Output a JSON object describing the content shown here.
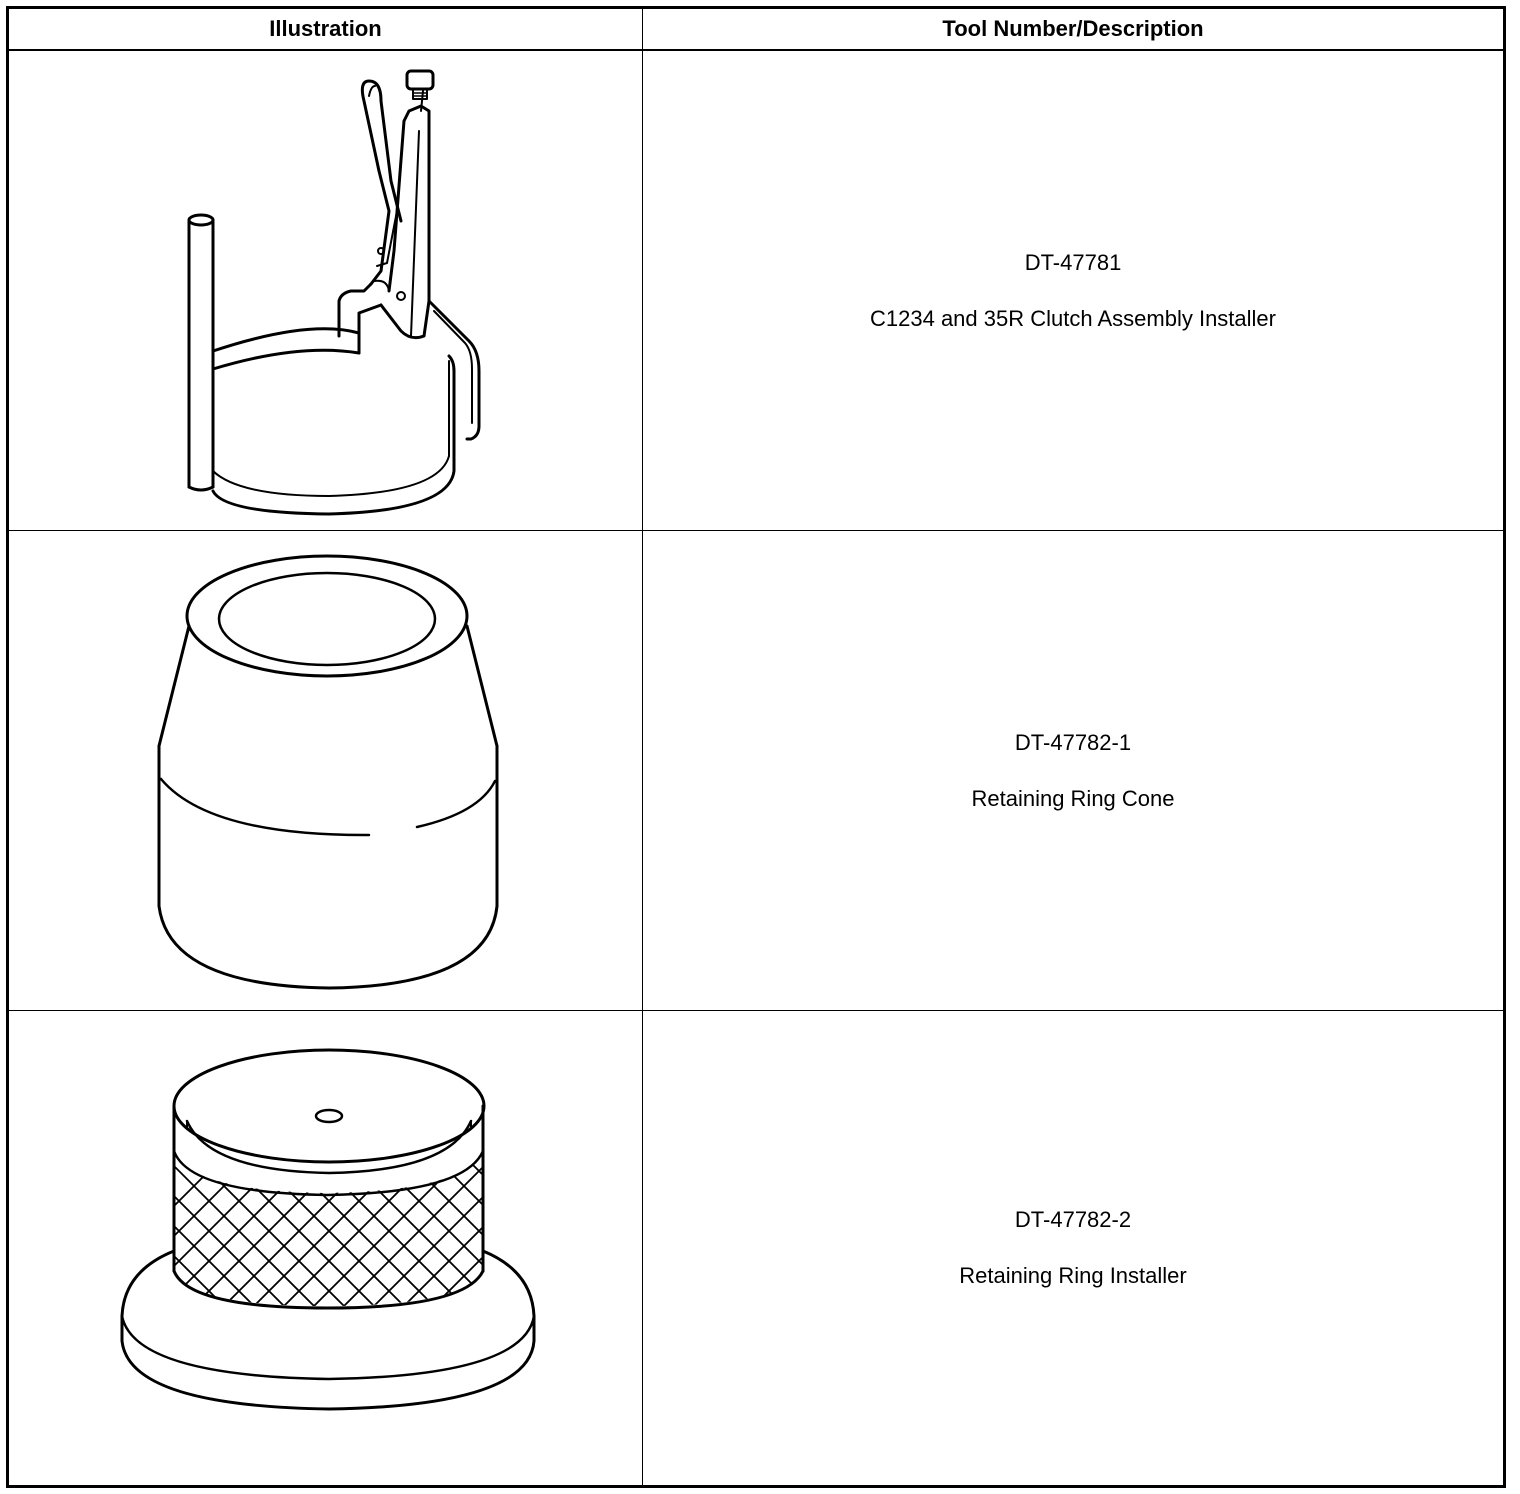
{
  "table": {
    "headers": [
      "Illustration",
      "Tool Number/Description"
    ],
    "rows": [
      {
        "tool_number": "DT-47781",
        "description": "C1234 and 35R Clutch Assembly Installer",
        "illustration_icon": "clutch-installer-pliers-icon"
      },
      {
        "tool_number": "DT-47782-1",
        "description": "Retaining Ring Cone",
        "illustration_icon": "retaining-ring-cone-icon"
      },
      {
        "tool_number": "DT-47782-2",
        "description": "Retaining Ring Installer",
        "illustration_icon": "retaining-ring-installer-icon"
      }
    ]
  }
}
